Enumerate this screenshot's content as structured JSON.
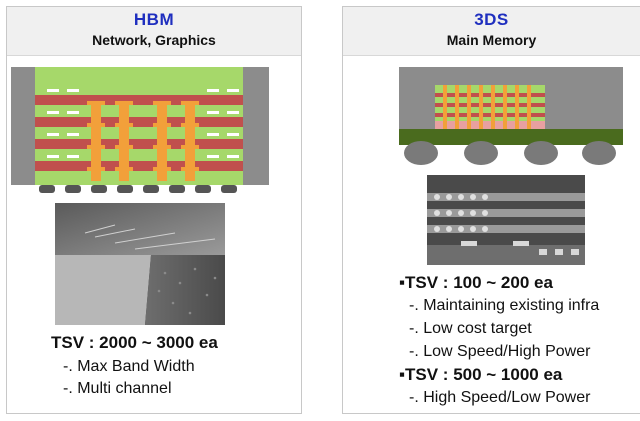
{
  "left": {
    "title": "HBM",
    "subtitle": "Network, Graphics",
    "tsv": "TSV : 2000 ~ 3000 ea",
    "points": [
      "-. Max Band Width",
      "-. Multi channel"
    ]
  },
  "right": {
    "title": "3DS",
    "subtitle": "Main Memory",
    "tsv1": "▪TSV : 100 ~ 200 ea",
    "points1": [
      "-. Maintaining existing infra",
      "-. Low cost target",
      "-. Low Speed/High Power"
    ],
    "tsv2": "▪TSV : 500 ~ 1000 ea",
    "points2": [
      "-. High Speed/Low Power"
    ]
  },
  "colors": {
    "title": "#1f2fbf",
    "die_green": "#a6d86a",
    "tsv_red": "#c0504d",
    "tsv_orange": "#f2a03a",
    "substrate": "#4a6b1e",
    "mold": "#8c8c8c"
  }
}
